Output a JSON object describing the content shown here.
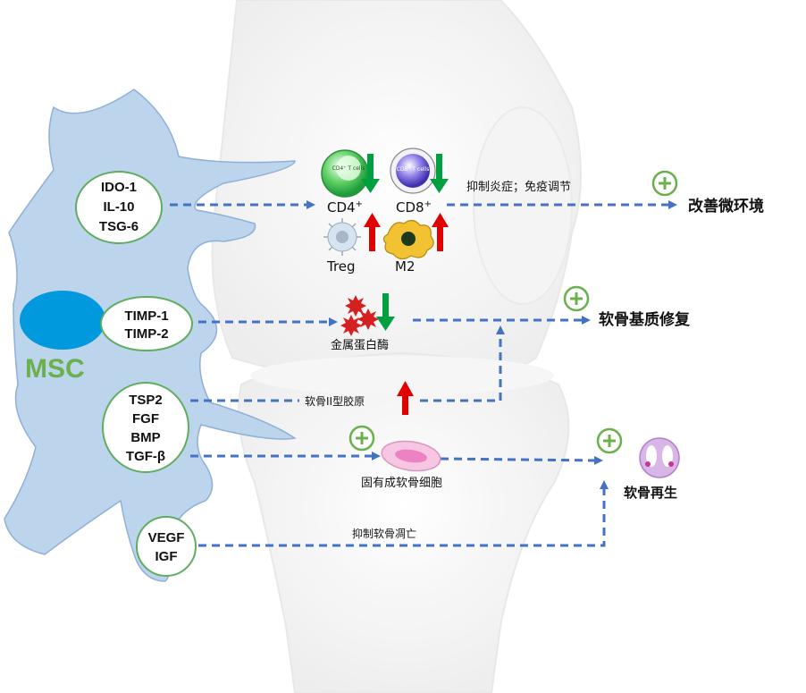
{
  "cell": {
    "label": "MSC",
    "color": "#6ab04c"
  },
  "factors": {
    "group1": [
      "IDO-1",
      "IL-10",
      "TSG-6"
    ],
    "group2": [
      "TIMP-1",
      "TIMP-2"
    ],
    "group3": [
      "TSP2",
      "FGF",
      "BMP",
      "TGF-β"
    ],
    "group4": [
      "VEGF",
      "IGF"
    ]
  },
  "immune": {
    "cd4": "CD4",
    "cd4_sup": "+",
    "cd4_inner": "CD4⁺ T cells",
    "cd8": "CD8",
    "cd8_sup": "+",
    "cd8_inner": "CD8⁺ T cells",
    "treg": "Treg",
    "m2": "M2"
  },
  "labels": {
    "immune_effect": "抑制炎症；免疫调节",
    "microenv": "改善微环境",
    "mmp": "金属蛋白酶",
    "matrix_repair": "软骨基质修复",
    "collagen": "软骨II型胶原",
    "chondrocyte": "固有成软骨细胞",
    "regeneration": "软骨再生",
    "apoptosis": "抑制软骨凋亡"
  },
  "colors": {
    "arrow_dash": "#4472c4",
    "up": "#e00000",
    "down": "#00a040",
    "plus": "#6ab04c",
    "cell_fill": "#bcd4ec",
    "nucleus": "#0099dd"
  }
}
